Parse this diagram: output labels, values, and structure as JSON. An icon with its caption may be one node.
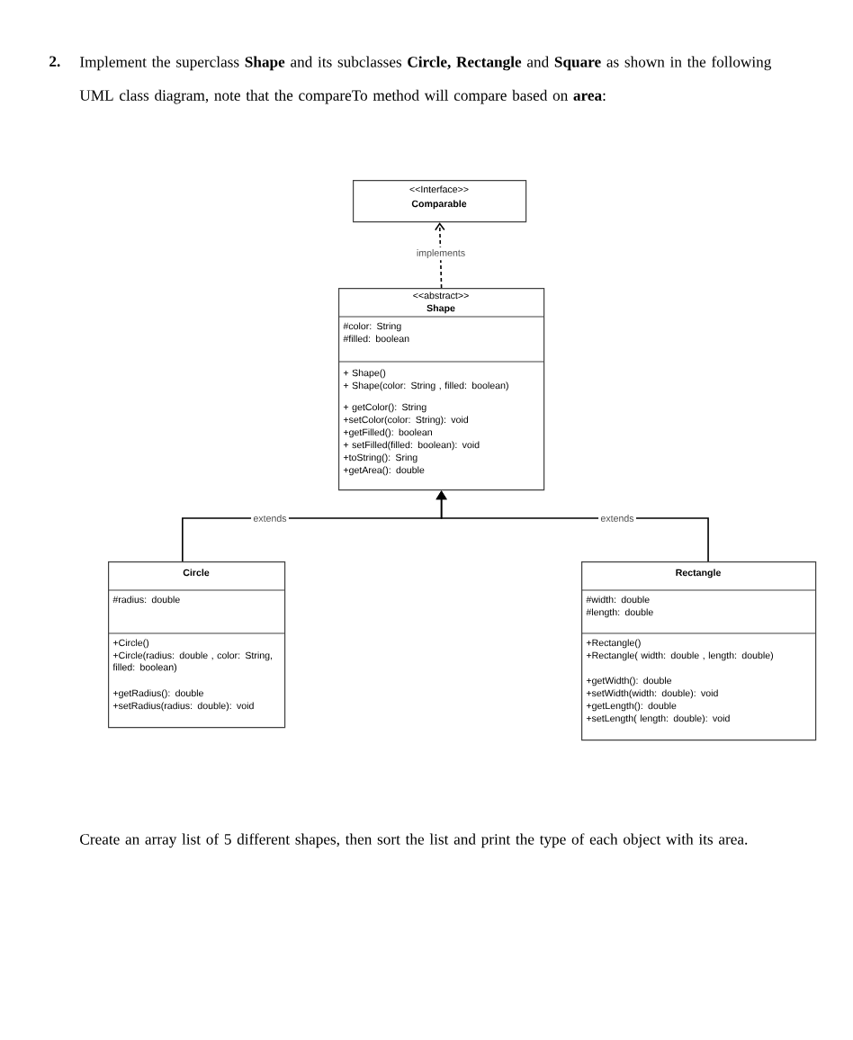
{
  "diagram": {
    "nodes": [
      {
        "text": [
          "<<Interface>>",
          "Comparable"
        ]
      },
      {
        "text": [
          "<<abstract>>",
          "Shape",
          "#color: String",
          "#filled: boolean",
          "+ Shape()",
          "+ Shape(color: String , filled: boolean)",
          "+ getColor(): String",
          "+setColor(color: String): void",
          "+getFilled(): boolean",
          "+ setFilled(filled: boolean): void",
          "+toString(): Sring",
          "+getArea(): double"
        ]
      },
      {
        "text": [
          "Circle",
          "#radius: double",
          "+Circle()",
          "+Circle(radius: double , color: String, filled: boolean)",
          "+getRadius(): double",
          "+setRadius(radius: double): void"
        ]
      },
      {
        "text": [
          "Rectangle",
          "#width: double",
          "#length: double",
          "+Rectangle()",
          "+Rectangle( width: double , length: double)",
          "+getWidth(): double",
          "+setWidth(width: double): void",
          "+getLength(): double",
          "+setLength( length: double): void"
        ]
      }
    ],
    "edges": [
      {
        "from": 1,
        "to": 0,
        "arrow": "to",
        "label": "implements",
        "style": "dashed"
      },
      {
        "from": 2,
        "to": 1,
        "arrow": "to",
        "label": "extends"
      },
      {
        "from": 3,
        "to": 1,
        "arrow": "to",
        "label": "extends"
      }
    ],
    "labels": [
      "2.",
      "Implement the superclass **Shape** and its subclasses **Circle, Rectangle** and **Square** as shown in the following UML class diagram, note that the compareTo method will compare based on **area**:",
      "Create an array list of 5 different shapes, then sort the list and print the type of each object with its area."
    ]
  }
}
